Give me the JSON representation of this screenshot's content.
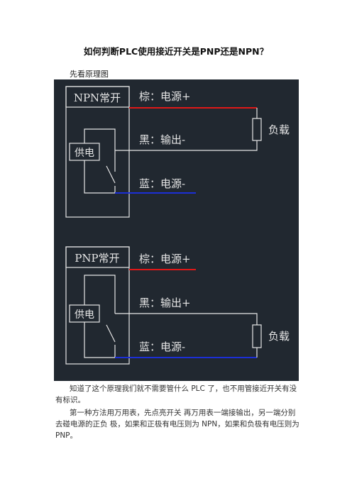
{
  "document": {
    "title": "如何判断PLC使用接近开关是PNP还是NPN？",
    "subhead": "先看原理图",
    "paragraphs": [
      "知道了这个原理我们就不需要管什么 PLC 了，也不用管接近开关有没有标识。",
      "第一种方法用万用表，先点亮开关 再万用表一端接输出，另一端分别去碰电源的正负 极，如果和正极有电压则为 NPN，如果和负极有电压则为 PNP。"
    ]
  },
  "diagram": {
    "npn": {
      "title": "NPN常开",
      "power_label": "供电",
      "brown": "棕：电源+",
      "black": "黑：输出-",
      "blue": "蓝：电源-",
      "load": "负载"
    },
    "pnp": {
      "title": "PNP常开",
      "power_label": "供电",
      "brown": "棕：电源+",
      "black": "黑：输出+",
      "blue": "蓝：电源-",
      "load": "负载"
    },
    "colors": {
      "background": "#212830",
      "line": "#e6e6e6",
      "red_wire": "#e01818",
      "blue_wire": "#1c2fd6"
    }
  }
}
